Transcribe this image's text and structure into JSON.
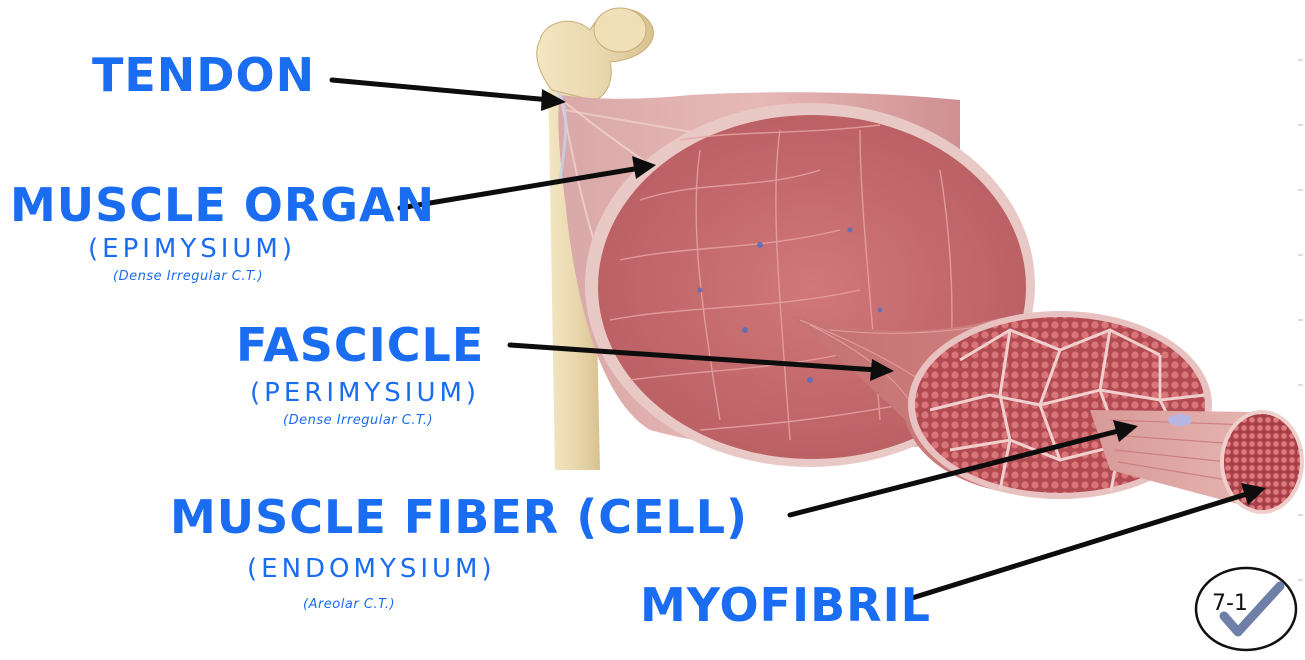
{
  "labels": {
    "tendon": "TENDON",
    "muscle_organ": "MUSCLE ORGAN",
    "epimysium": "(EPIMYSIUM)",
    "epimysium_note": "(Dense Irregular C.T.)",
    "fascicle": "FASCICLE",
    "perimysium": "(PERIMYSIUM)",
    "perimysium_note": "(Dense Irregular C.T.)",
    "muscle_fiber": "MUSCLE FIBER (CELL)",
    "endomysium": "(ENDOMYSIUM)",
    "endomysium_note": "(Areolar C.T.)",
    "myofibril": "MYOFIBRIL"
  },
  "badge": {
    "text": "7-1",
    "icon": "checkmark-icon"
  },
  "colors": {
    "annotation": "#1a6cf0",
    "arrow": "#0d0d0d",
    "muscle": "#c86a6c",
    "muscle_dark": "#a84a50",
    "connective_tissue": "#e9c9c6",
    "bone": "#ead9b0",
    "badge_check": "#6e7fa8"
  }
}
